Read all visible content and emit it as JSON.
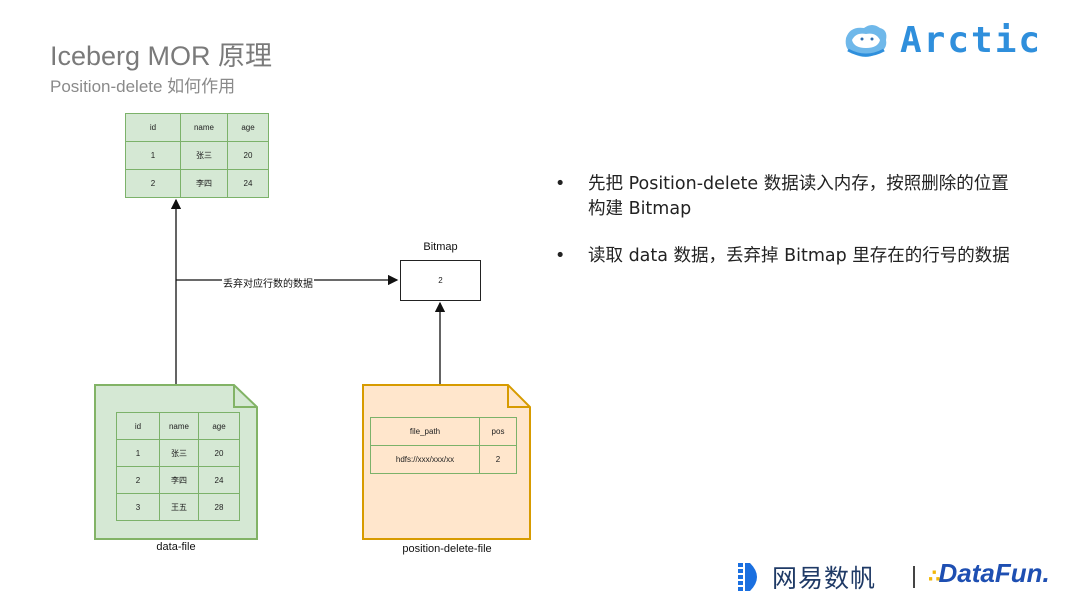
{
  "title": "Iceberg MOR 原理",
  "subtitle": "Position-delete 如何作用",
  "logo": {
    "text": "Arctic",
    "color": "#2f8fdc"
  },
  "top_table": {
    "headers": [
      "id",
      "name",
      "age"
    ],
    "rows": [
      [
        "1",
        "张三",
        "20"
      ],
      [
        "2",
        "李四",
        "24"
      ]
    ]
  },
  "data_file": {
    "label": "data-file",
    "headers": [
      "id",
      "name",
      "age"
    ],
    "rows": [
      [
        "1",
        "张三",
        "20"
      ],
      [
        "2",
        "李四",
        "24"
      ],
      [
        "3",
        "王五",
        "28"
      ]
    ],
    "fill": "#d5e8d4",
    "stroke": "#82b366"
  },
  "position_delete_file": {
    "label": "position-delete-file",
    "headers": [
      "file_path",
      "pos"
    ],
    "rows": [
      [
        "hdfs://xxx/xxx/xx",
        "2"
      ]
    ],
    "fill": "#ffe6cc",
    "stroke": "#d79b00"
  },
  "bitmap": {
    "label": "Bitmap",
    "value": "2"
  },
  "arrow_label": "丢弃对应行数的数据",
  "bullets": [
    "先把 Position-delete 数据读入内存，按照删除的位置构建 Bitmap",
    "读取 data 数据，丢弃掉 Bitmap 里存在的行号的数据"
  ],
  "footer": {
    "netease": "网易数帆",
    "datafun": "DataFun."
  }
}
